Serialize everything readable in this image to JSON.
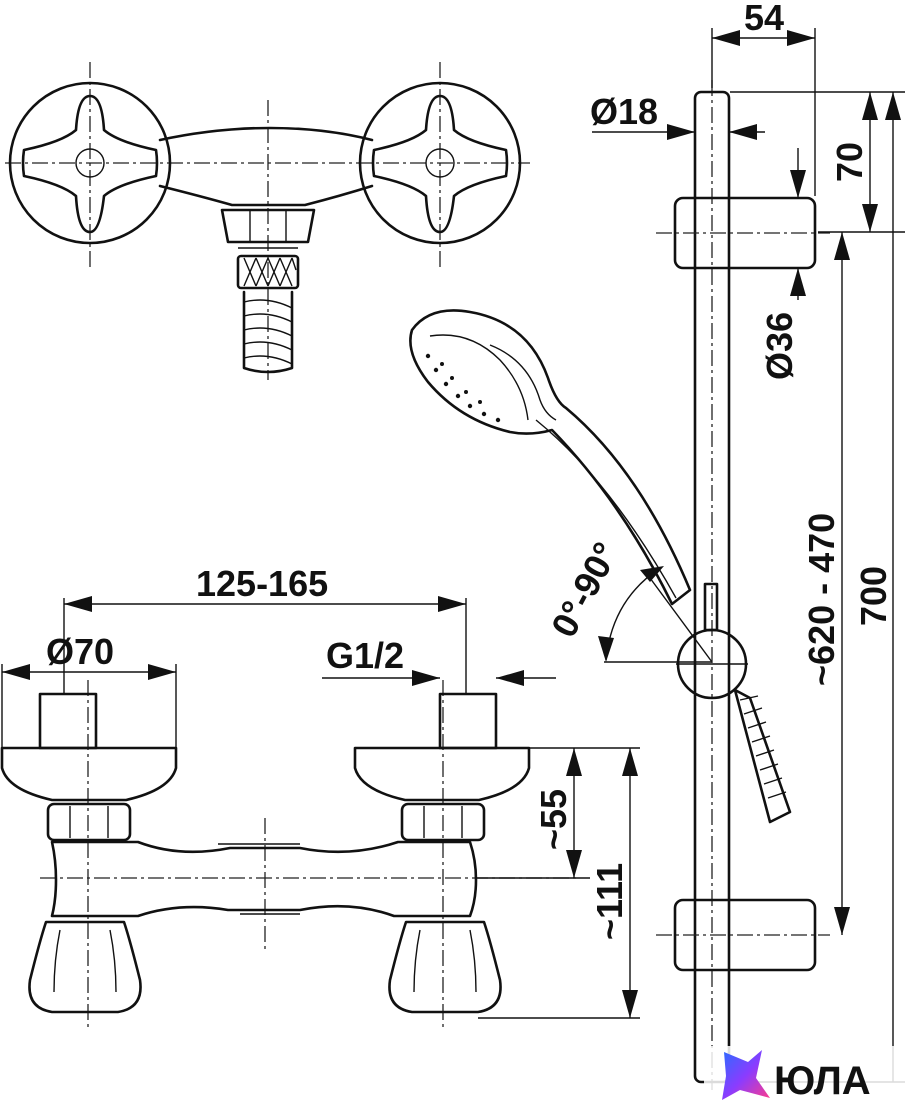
{
  "dimensions": {
    "width_54": "54",
    "dia_18": "Ø18",
    "len_70": "70",
    "dia_36": "Ø36",
    "range_620_470": "~620 - 470",
    "len_700": "700",
    "angle": "0°-90°",
    "span_125_165": "125-165",
    "dia_70": "Ø70",
    "thread": "G1/2",
    "approx_55": "~55",
    "approx_111": "~111"
  },
  "brand": {
    "name": "ЮЛА"
  },
  "colors": {
    "line": "#111111",
    "logo_gradient": [
      "#2b6cff",
      "#8a3cff",
      "#ff3c8a"
    ]
  }
}
